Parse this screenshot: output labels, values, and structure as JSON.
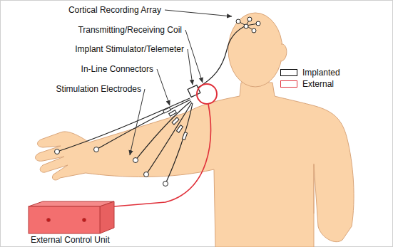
{
  "diagram": {
    "labels": [
      "Cortical Recording Array",
      "Transmitting/Receiving Coil",
      "Implant Stimulator/Telemeter",
      "In-Line Connectors",
      "Stimulation Electrodes",
      "External Control Unit"
    ],
    "legend": [
      {
        "text": "Implanted",
        "color": "#000000"
      },
      {
        "text": "External",
        "color": "#e0303a"
      }
    ]
  }
}
